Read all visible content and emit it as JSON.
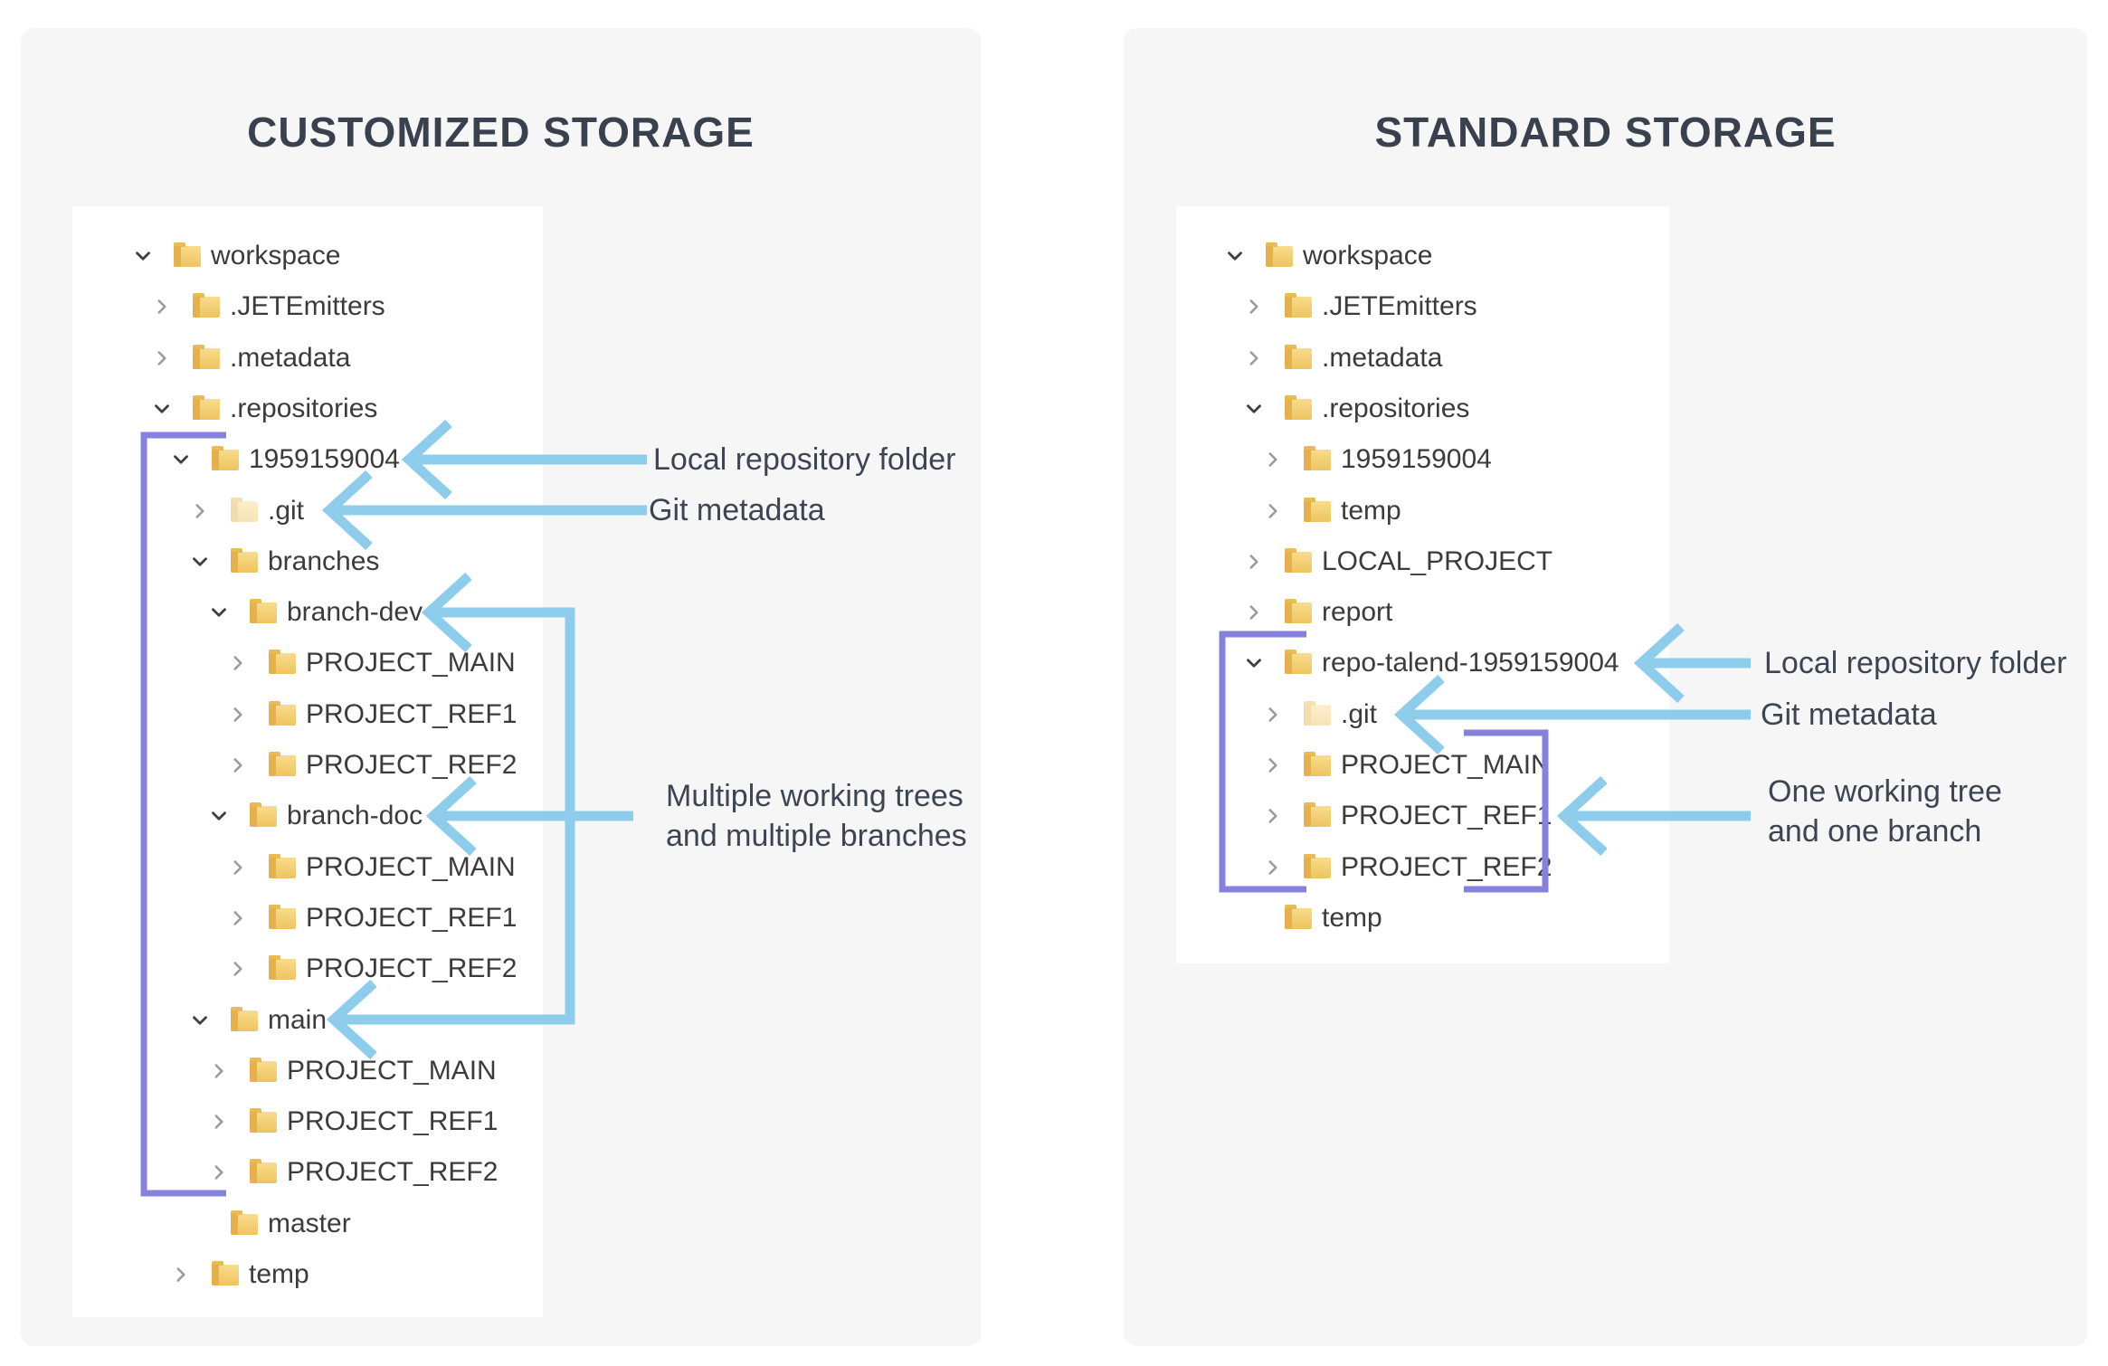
{
  "colors": {
    "arrow_blue": "#8DCDEB",
    "bracket_purple": "#8681DC",
    "title_text": "#3A414E",
    "tree_text": "#3B3B3B",
    "annotation_text": "#3D4553",
    "card_background": "#F6F6F7",
    "folder_yellow": "#EEC45F"
  },
  "left_panel": {
    "title": "CUSTOMIZED STORAGE",
    "tree": {
      "rows": [
        {
          "label": "workspace",
          "depth": 0,
          "chevron": "expanded",
          "faded": false
        },
        {
          "label": ".JETEmitters",
          "depth": 1,
          "chevron": "collapsed",
          "faded": false
        },
        {
          "label": ".metadata",
          "depth": 1,
          "chevron": "collapsed",
          "faded": false
        },
        {
          "label": ".repositories",
          "depth": 1,
          "chevron": "expanded",
          "faded": false
        },
        {
          "label": "1959159004",
          "depth": 2,
          "chevron": "expanded",
          "faded": false
        },
        {
          "label": ".git",
          "depth": 3,
          "chevron": "collapsed",
          "faded": true
        },
        {
          "label": "branches",
          "depth": 3,
          "chevron": "expanded",
          "faded": false
        },
        {
          "label": "branch-dev",
          "depth": 4,
          "chevron": "expanded",
          "faded": false
        },
        {
          "label": "PROJECT_MAIN",
          "depth": 5,
          "chevron": "collapsed",
          "faded": false
        },
        {
          "label": "PROJECT_REF1",
          "depth": 5,
          "chevron": "collapsed",
          "faded": false
        },
        {
          "label": "PROJECT_REF2",
          "depth": 5,
          "chevron": "collapsed",
          "faded": false
        },
        {
          "label": "branch-doc",
          "depth": 4,
          "chevron": "expanded",
          "faded": false
        },
        {
          "label": "PROJECT_MAIN",
          "depth": 5,
          "chevron": "collapsed",
          "faded": false
        },
        {
          "label": "PROJECT_REF1",
          "depth": 5,
          "chevron": "collapsed",
          "faded": false
        },
        {
          "label": "PROJECT_REF2",
          "depth": 5,
          "chevron": "collapsed",
          "faded": false
        },
        {
          "label": "main",
          "depth": 3,
          "chevron": "expanded",
          "faded": false
        },
        {
          "label": "PROJECT_MAIN",
          "depth": 4,
          "chevron": "collapsed",
          "faded": false
        },
        {
          "label": "PROJECT_REF1",
          "depth": 4,
          "chevron": "collapsed",
          "faded": false
        },
        {
          "label": "PROJECT_REF2",
          "depth": 4,
          "chevron": "collapsed",
          "faded": false
        },
        {
          "label": "master",
          "depth": 3,
          "chevron": "none",
          "faded": false
        },
        {
          "label": "temp",
          "depth": 2,
          "chevron": "collapsed",
          "faded": false
        }
      ]
    },
    "annotations": {
      "local_repo": "Local repository folder",
      "git_meta": "Git metadata",
      "multi_line1": "Multiple working trees",
      "multi_line2": "and multiple branches"
    }
  },
  "right_panel": {
    "title": "STANDARD STORAGE",
    "tree": {
      "rows": [
        {
          "label": "workspace",
          "depth": 0,
          "chevron": "expanded",
          "faded": false
        },
        {
          "label": ".JETEmitters",
          "depth": 1,
          "chevron": "collapsed",
          "faded": false
        },
        {
          "label": ".metadata",
          "depth": 1,
          "chevron": "collapsed",
          "faded": false
        },
        {
          "label": ".repositories",
          "depth": 1,
          "chevron": "expanded",
          "faded": false
        },
        {
          "label": "1959159004",
          "depth": 2,
          "chevron": "collapsed",
          "faded": false
        },
        {
          "label": "temp",
          "depth": 2,
          "chevron": "collapsed",
          "faded": false
        },
        {
          "label": "LOCAL_PROJECT",
          "depth": 1,
          "chevron": "collapsed",
          "faded": false
        },
        {
          "label": "report",
          "depth": 1,
          "chevron": "collapsed",
          "faded": false
        },
        {
          "label": "repo-talend-1959159004",
          "depth": 1,
          "chevron": "expanded",
          "faded": false
        },
        {
          "label": ".git",
          "depth": 2,
          "chevron": "collapsed",
          "faded": true
        },
        {
          "label": "PROJECT_MAIN",
          "depth": 2,
          "chevron": "collapsed",
          "faded": false
        },
        {
          "label": "PROJECT_REF1",
          "depth": 2,
          "chevron": "collapsed",
          "faded": false
        },
        {
          "label": "PROJECT_REF2",
          "depth": 2,
          "chevron": "collapsed",
          "faded": false
        },
        {
          "label": "temp",
          "depth": 1,
          "chevron": "none",
          "faded": false
        }
      ]
    },
    "annotations": {
      "local_repo": "Local repository folder",
      "git_meta": "Git metadata",
      "one_line1": "One working tree",
      "one_line2": "and one branch"
    }
  }
}
